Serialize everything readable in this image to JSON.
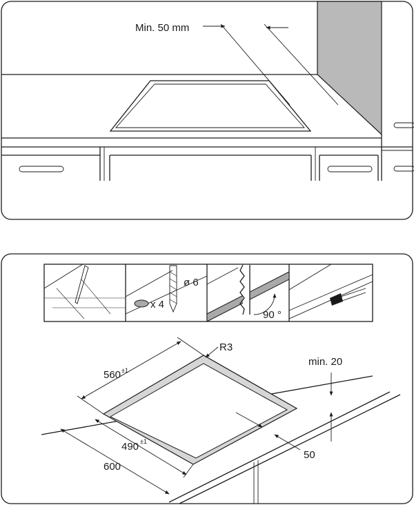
{
  "top_panel": {
    "min_distance_label": "Min. 50 mm"
  },
  "steps": {
    "drill_diameter": "ø 6",
    "drill_count": "x 4",
    "saw_angle": "90 °"
  },
  "cutout_panel": {
    "radius_label": "R3",
    "width_label": "560",
    "width_tolerance": "±1",
    "depth_label": "490",
    "depth_tolerance": "±1",
    "worktop_depth_label": "600",
    "front_distance_label": "50",
    "min_thickness_label": "min. 20"
  },
  "colors": {
    "line": "#1a1a1a",
    "wall_grey": "#b9b9b9",
    "cutout_grey": "#d6d6d6"
  }
}
